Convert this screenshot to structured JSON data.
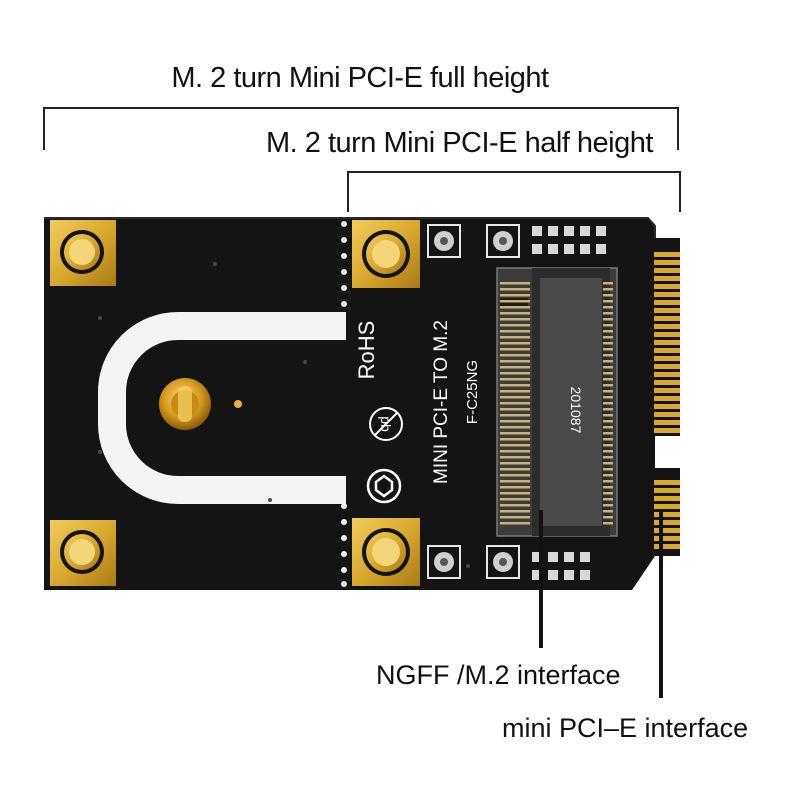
{
  "labels": {
    "full_height": "M. 2 turn Mini PCI-E full height",
    "half_height": "M. 2 turn Mini PCI-E half height",
    "ngff_interface": "NGFF /M.2 interface",
    "minipcie_interface": "mini PCI–E interface"
  },
  "silkscreen": {
    "product": "MINI PCI-E TO M.2",
    "model": "F-C25NG",
    "rohs": "RoHS",
    "pb": "pb",
    "connector_code": "201087"
  },
  "colors": {
    "pcb": "#141414",
    "gold": "#d9a92e",
    "silkscreen": "#ffffff",
    "connector": "#3c3c3c"
  }
}
